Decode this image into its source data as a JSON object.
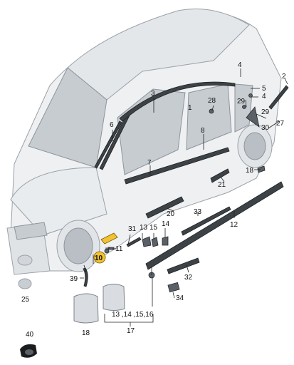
{
  "diagram": {
    "callouts": [
      "1",
      "2",
      "3",
      "4",
      "5",
      "6",
      "7",
      "8",
      "10",
      "11",
      "12",
      "13",
      "14",
      "15",
      "16",
      "17",
      "18",
      "18",
      "20",
      "21",
      "25",
      "27",
      "28",
      "29",
      "29",
      "30",
      "31",
      "32",
      "33",
      "34",
      "39",
      "40",
      "4"
    ],
    "highlight_color": "#f2c230",
    "bag_group_label": "13 ,14 ,15,16"
  }
}
